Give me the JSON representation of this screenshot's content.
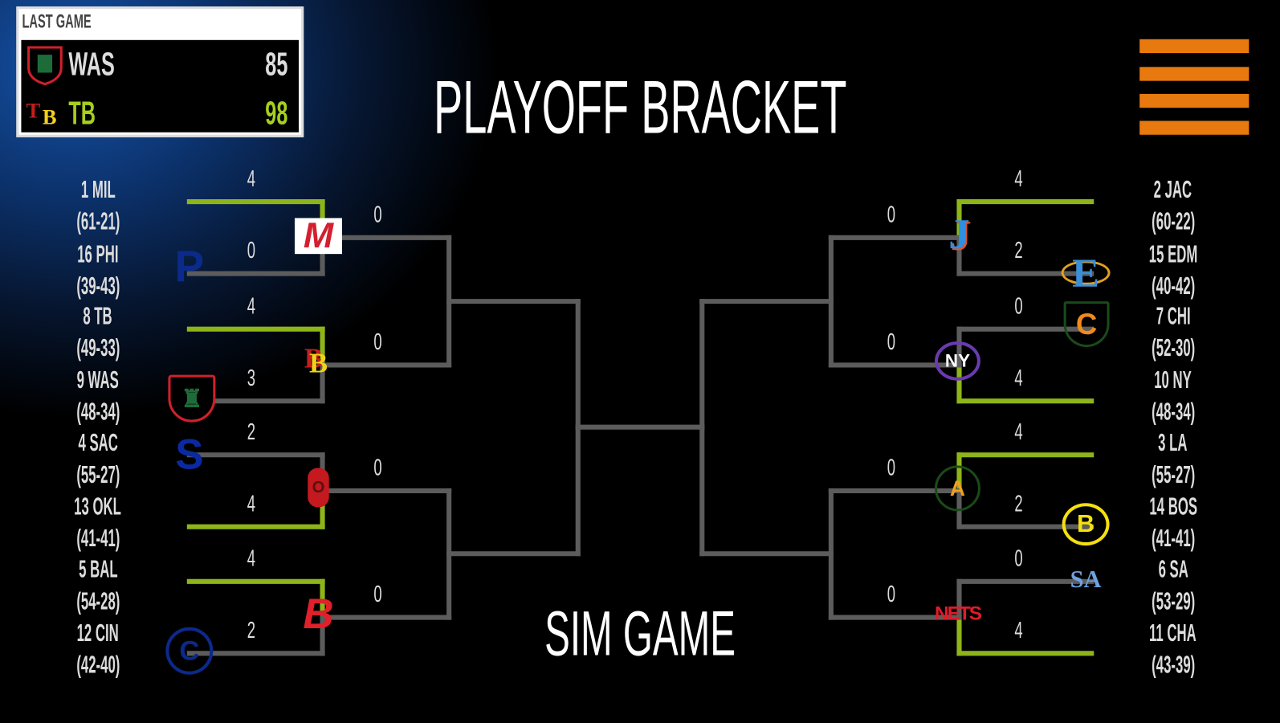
{
  "title": "PLAYOFF BRACKET",
  "sim_button": "SIM GAME",
  "menu_icon": "hamburger-menu-icon",
  "colors": {
    "accent_green": "#8db51a",
    "line_gray": "#5c5c5c",
    "menu_orange": "#e8790e",
    "winner_text": "#a6cf1e"
  },
  "last_game": {
    "label": "LAST GAME",
    "teams": [
      {
        "abbr": "WAS",
        "score": "85",
        "logo": "was-shield-logo-icon",
        "winner": false
      },
      {
        "abbr": "TB",
        "score": "98",
        "logo": "tb-logo-icon",
        "winner": true
      }
    ]
  },
  "left": {
    "seeds": [
      {
        "name": "1 MIL",
        "record": "(61-21)"
      },
      {
        "name": "16 PHI",
        "record": "(39-43)"
      },
      {
        "name": "8 TB",
        "record": "(49-33)"
      },
      {
        "name": "9 WAS",
        "record": "(48-34)"
      },
      {
        "name": "4 SAC",
        "record": "(55-27)"
      },
      {
        "name": "13 OKL",
        "record": "(41-41)"
      },
      {
        "name": "5 BAL",
        "record": "(54-28)"
      },
      {
        "name": "12 CIN",
        "record": "(42-40)"
      }
    ],
    "round1_scores": [
      "4",
      "0",
      "4",
      "3",
      "2",
      "4",
      "4",
      "2"
    ],
    "round1_winner": [
      true,
      false,
      true,
      false,
      false,
      true,
      true,
      false
    ],
    "round2_scores": [
      "0",
      "0",
      "0",
      "0"
    ],
    "logos": [
      {
        "team": "MIL",
        "icon": "mil-m-logo-icon",
        "glyph": "M"
      },
      {
        "team": "PHI",
        "icon": "phi-p-logo-icon",
        "glyph": "P"
      },
      {
        "team": "TB",
        "icon": "tb-logo-icon",
        "glyph": "B"
      },
      {
        "team": "WAS",
        "icon": "was-shield-logo-icon",
        "glyph": "♜"
      },
      {
        "team": "SAC",
        "icon": "sac-s-logo-icon",
        "glyph": "S"
      },
      {
        "team": "OKL",
        "icon": "okl-logo-icon",
        "glyph": "O"
      },
      {
        "team": "BAL",
        "icon": "bal-b-logo-icon",
        "glyph": "B"
      },
      {
        "team": "CIN",
        "icon": "cin-c-logo-icon",
        "glyph": "C"
      }
    ]
  },
  "right": {
    "seeds": [
      {
        "name": "2 JAC",
        "record": "(60-22)"
      },
      {
        "name": "15 EDM",
        "record": "(40-42)"
      },
      {
        "name": "7 CHI",
        "record": "(52-30)"
      },
      {
        "name": "10 NY",
        "record": "(48-34)"
      },
      {
        "name": "3 LA",
        "record": "(55-27)"
      },
      {
        "name": "14 BOS",
        "record": "(41-41)"
      },
      {
        "name": "6 SA",
        "record": "(53-29)"
      },
      {
        "name": "11 CHA",
        "record": "(43-39)"
      }
    ],
    "round1_scores": [
      "4",
      "2",
      "0",
      "4",
      "4",
      "2",
      "0",
      "4"
    ],
    "round1_winner": [
      true,
      false,
      false,
      true,
      true,
      false,
      false,
      true
    ],
    "round2_scores": [
      "0",
      "0",
      "0",
      "0"
    ],
    "logos": [
      {
        "team": "JAC",
        "icon": "jac-j-logo-icon",
        "glyph": "J"
      },
      {
        "team": "EDM",
        "icon": "edm-e-logo-icon",
        "glyph": "E"
      },
      {
        "team": "CHI",
        "icon": "chi-c-shield-logo-icon",
        "glyph": "C"
      },
      {
        "team": "NY",
        "icon": "ny-circle-logo-icon",
        "glyph": "NY"
      },
      {
        "team": "LA",
        "icon": "la-circle-logo-icon",
        "glyph": "A"
      },
      {
        "team": "BOS",
        "icon": "bos-b-circle-logo-icon",
        "glyph": "B"
      },
      {
        "team": "SA",
        "icon": "sa-logo-icon",
        "glyph": "SA"
      },
      {
        "team": "CHA",
        "icon": "nets-logo-icon",
        "glyph": "NETS"
      }
    ]
  }
}
